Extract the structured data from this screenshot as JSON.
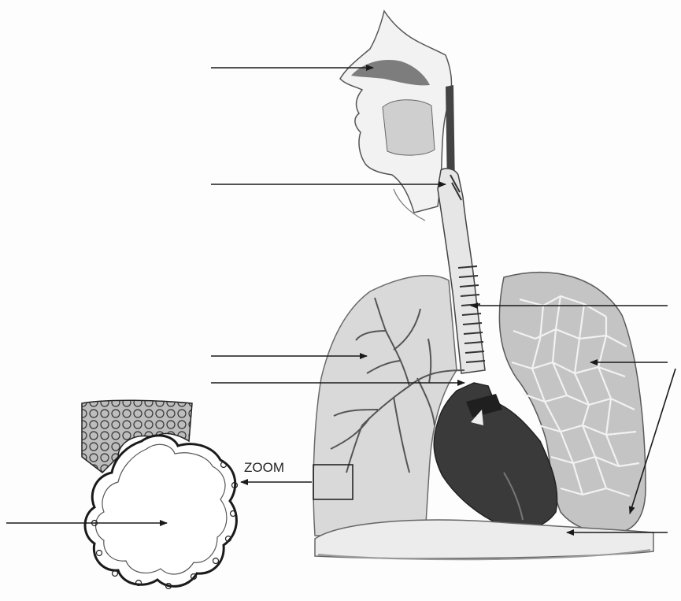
{
  "diagram": {
    "zoom_label": "ZOOM",
    "colors": {
      "ink": "#1a1a1a",
      "lung_right": "#d9d9d9",
      "lung_left": "#c4c4c4",
      "heart": "#3a3a3a",
      "diaphragm": "#ececec",
      "background": "#fdfdfd"
    },
    "blank_label_arrows": [
      {
        "id": "nasal-cavity",
        "side": "left"
      },
      {
        "id": "larynx",
        "side": "left"
      },
      {
        "id": "trachea",
        "side": "right"
      },
      {
        "id": "bronchiole",
        "side": "left"
      },
      {
        "id": "bronchus",
        "side": "left"
      },
      {
        "id": "lungs",
        "side": "right"
      },
      {
        "id": "diaphragm",
        "side": "right"
      },
      {
        "id": "alveolus",
        "side": "left"
      }
    ]
  }
}
